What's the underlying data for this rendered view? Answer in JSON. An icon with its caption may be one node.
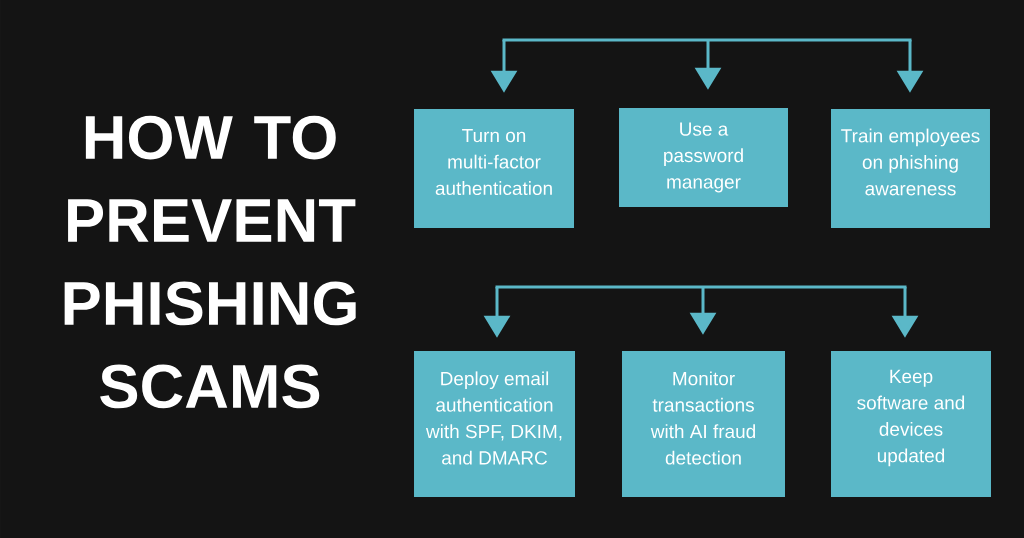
{
  "diagram": {
    "title": "HOW TO PREVENT PHISHING SCAMS",
    "nodes": [
      {
        "text": [
          "Turn on multi-factor authentication"
        ]
      },
      {
        "text": [
          "Use a password manager"
        ]
      },
      {
        "text": [
          "Train employees on phishing awareness"
        ]
      },
      {
        "text": [
          "Deploy email authentication with SPF, DKIM, and DMARC"
        ]
      },
      {
        "text": [
          "Monitor transactions with AI fraud detection"
        ]
      },
      {
        "text": [
          "Keep software and devices updated"
        ]
      }
    ],
    "edges": [
      {
        "from": null,
        "to": 0,
        "arrow": "to"
      },
      {
        "from": null,
        "to": 1,
        "arrow": "to"
      },
      {
        "from": null,
        "to": 2,
        "arrow": "to"
      },
      {
        "from": null,
        "to": 3,
        "arrow": "to"
      },
      {
        "from": null,
        "to": 4,
        "arrow": "to"
      },
      {
        "from": null,
        "to": 5,
        "arrow": "to"
      }
    ]
  }
}
